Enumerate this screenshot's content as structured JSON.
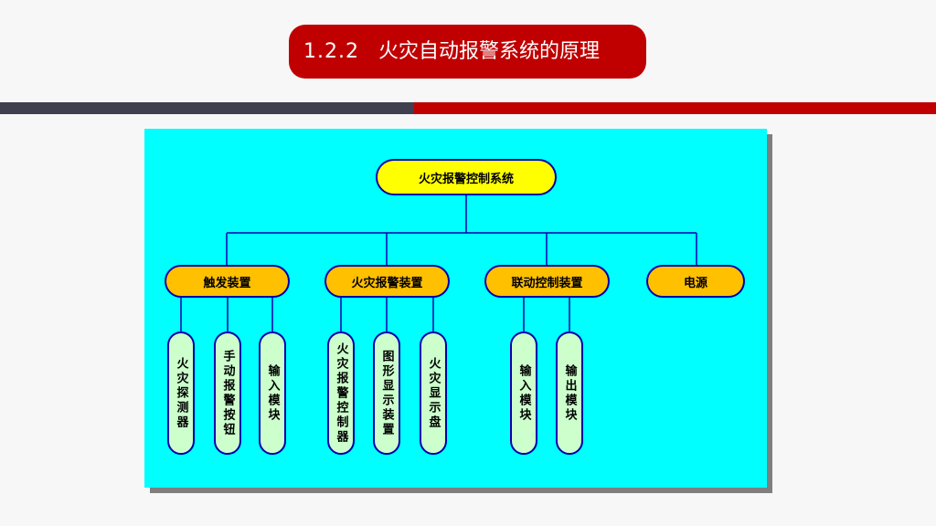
{
  "slide": {
    "title_number": "1.2.2",
    "title_text": "火灾自动报警系统的原理"
  },
  "diagram": {
    "root": "火灾报警控制系统",
    "branches": [
      {
        "label": "触发装置",
        "children": [
          "火灾探测器",
          "手动报警按钮",
          "输入模块"
        ]
      },
      {
        "label": "火灾报警装置",
        "children": [
          "火灾报警控制器",
          "图形显示装置",
          "火灾显示盘"
        ]
      },
      {
        "label": "联动控制装置",
        "children": [
          "输入模块",
          "输出模块"
        ]
      },
      {
        "label": "电源",
        "children": []
      }
    ]
  },
  "colors": {
    "title_bg": "#c00000",
    "bar_dark": "#3f3f4f",
    "bar_red": "#c00000",
    "diagram_bg": "#00ffff",
    "root_fill": "#ffff00",
    "branch_fill": "#ffc000",
    "leaf_fill": "#ccffcc",
    "outline": "#0000aa"
  }
}
